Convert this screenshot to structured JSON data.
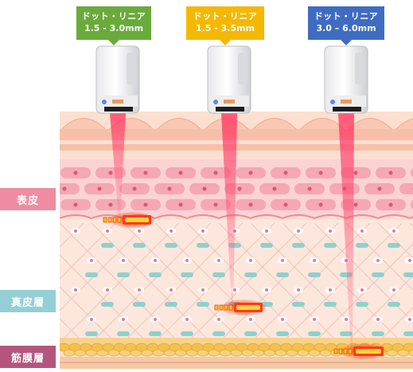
{
  "transducers": [
    {
      "name": "ドット・リニア",
      "range": "1.5 - 3.0mm",
      "color": "#6aaa3a"
    },
    {
      "name": "ドット・リニア",
      "range": "1.5 - 3.5mm",
      "color": "#f5b800"
    },
    {
      "name": "ドット・リニア",
      "range": "3.0 – 6.0mm",
      "color": "#3f6cc0"
    }
  ],
  "layers": {
    "epidermis": {
      "label": "表皮",
      "color": "#ef8ca2"
    },
    "dermis": {
      "label": "真皮層",
      "color": "#94cfd6"
    },
    "fascia": {
      "label": "筋膜層",
      "color": "#b5557e"
    }
  }
}
